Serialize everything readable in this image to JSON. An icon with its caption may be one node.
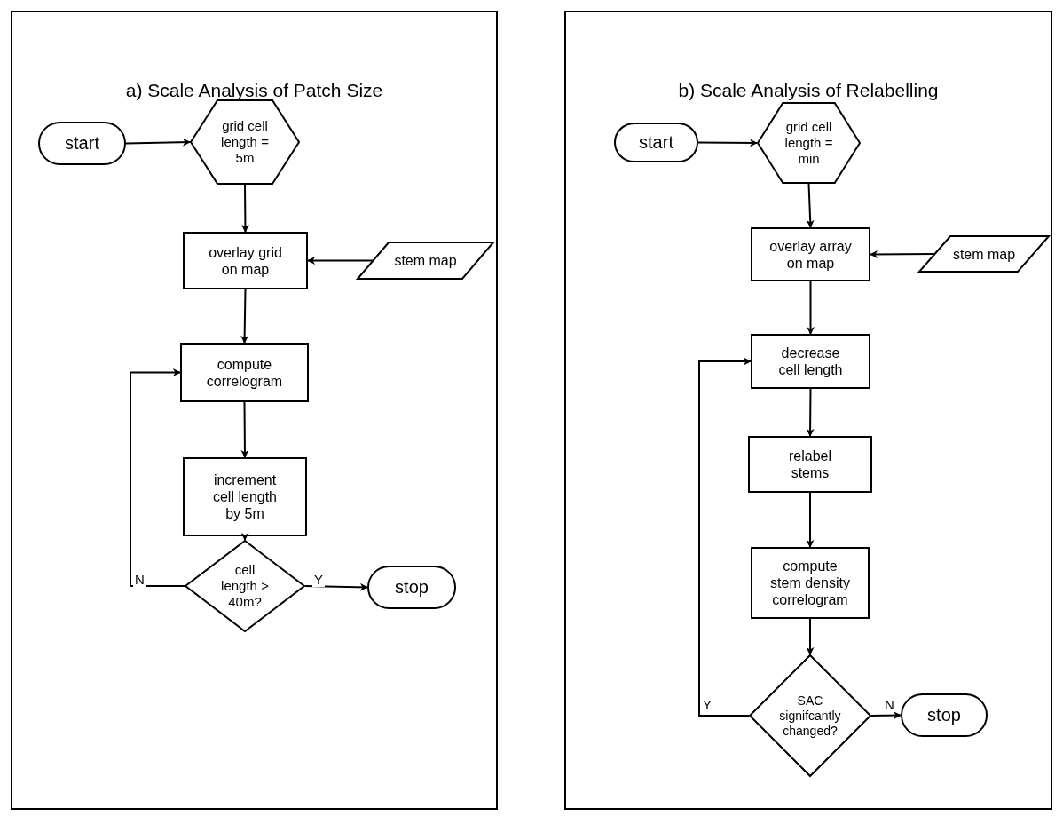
{
  "diagram": {
    "nodes": [
      {
        "text": [
          "a) Scale Analysis of Patch Size"
        ]
      },
      {
        "text": [
          "start"
        ],
        "in": 0
      },
      {
        "text": [
          "grid cell length = 5m"
        ],
        "in": 0
      },
      {
        "text": [
          "overlay grid on map"
        ],
        "in": 0
      },
      {
        "text": [
          "stem map"
        ],
        "in": 0
      },
      {
        "text": [
          "compute correlogram"
        ],
        "in": 0
      },
      {
        "text": [
          "increment cell length by 5m"
        ],
        "in": 0
      },
      {
        "text": [
          "cell length > 40m?"
        ],
        "in": 0
      },
      {
        "text": [
          "stop"
        ],
        "in": 0
      },
      {
        "text": [
          "b) Scale Analysis of Relabelling"
        ]
      },
      {
        "text": [
          "start"
        ],
        "in": 9
      },
      {
        "text": [
          "grid cell length = min"
        ],
        "in": 9
      },
      {
        "text": [
          "overlay array on map"
        ],
        "in": 9
      },
      {
        "text": [
          "stem map"
        ],
        "in": 9
      },
      {
        "text": [
          "decrease cell length"
        ],
        "in": 9
      },
      {
        "text": [
          "relabel stems"
        ],
        "in": 9
      },
      {
        "text": [
          "compute stem density correlogram"
        ],
        "in": 9
      },
      {
        "text": [
          "SAC signifcantly changed?"
        ],
        "in": 9
      },
      {
        "text": [
          "stop"
        ],
        "in": 9
      }
    ],
    "edges": [
      {
        "from": 1,
        "to": 2,
        "arrow": "to"
      },
      {
        "from": 2,
        "to": 3,
        "arrow": "to"
      },
      {
        "from": 4,
        "to": 3,
        "arrow": "to"
      },
      {
        "from": 3,
        "to": 5,
        "arrow": "to"
      },
      {
        "from": 5,
        "to": 6,
        "arrow": "to"
      },
      {
        "from": 6,
        "to": 7,
        "arrow": "to"
      },
      {
        "from": 7,
        "to": 5,
        "arrow": "to",
        "label": "N"
      },
      {
        "from": 7,
        "to": 8,
        "arrow": "to",
        "label": "Y"
      },
      {
        "from": 10,
        "to": 11,
        "arrow": "to"
      },
      {
        "from": 11,
        "to": 12,
        "arrow": "to"
      },
      {
        "from": 13,
        "to": 12,
        "arrow": "to"
      },
      {
        "from": 12,
        "to": 14,
        "arrow": "to"
      },
      {
        "from": 14,
        "to": 15,
        "arrow": "to"
      },
      {
        "from": 15,
        "to": 16,
        "arrow": "to"
      },
      {
        "from": 16,
        "to": 17,
        "arrow": "to"
      },
      {
        "from": 17,
        "to": 14,
        "arrow": "to",
        "label": "Y"
      },
      {
        "from": 17,
        "to": 18,
        "arrow": "to",
        "label": "N"
      }
    ]
  }
}
